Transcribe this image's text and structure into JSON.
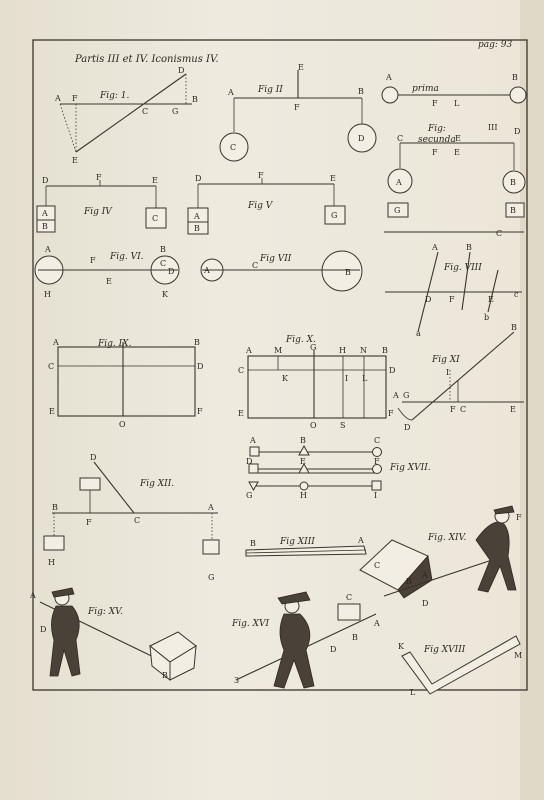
{
  "header": {
    "title": "Partis III et IV. Iconismus IV.",
    "page": "pag: 93"
  },
  "fig1": {
    "name": "Fig: 1.",
    "labels": [
      "A",
      "F",
      "D",
      "B",
      "C",
      "G",
      "E"
    ]
  },
  "fig2": {
    "name": "Fig II",
    "labels": [
      "E",
      "A",
      "B",
      "F",
      "C",
      "D"
    ]
  },
  "fig3": {
    "prima": "prima",
    "secunda_fig": "Fig:",
    "secunda": "secunda",
    "roman": "III",
    "labels_top": [
      "A",
      "B",
      "F",
      "L"
    ],
    "labels_mid": [
      "C",
      "E",
      "D",
      "F",
      "E"
    ],
    "labels_bot": [
      "A",
      "B",
      "G",
      "B"
    ]
  },
  "fig4": {
    "name": "Fig IV",
    "labels": [
      "D",
      "F",
      "E",
      "A",
      "B",
      "C"
    ]
  },
  "fig5": {
    "name": "Fig V",
    "labels": [
      "D",
      "F",
      "E",
      "A",
      "B",
      "G"
    ]
  },
  "fig6": {
    "name": "Fig. VI.",
    "labels": [
      "A",
      "B",
      "F",
      "C",
      "D",
      "E",
      "H",
      "K"
    ]
  },
  "fig7": {
    "name": "Fig VII",
    "labels": [
      "A",
      "C",
      "B"
    ]
  },
  "fig8": {
    "name": "Fig. VIII",
    "labels": [
      "A",
      "B",
      "C",
      "D",
      "F",
      "E",
      "a",
      "b",
      "c"
    ]
  },
  "fig9": {
    "name": "Fig. IX.",
    "labels": [
      "A",
      "B",
      "C",
      "D",
      "E",
      "F",
      "O"
    ]
  },
  "fig10": {
    "name": "Fig. X.",
    "labels": [
      "A",
      "M",
      "G",
      "H",
      "N",
      "B",
      "C",
      "D",
      "K",
      "I",
      "L",
      "E",
      "O",
      "S",
      "F"
    ]
  },
  "fig11": {
    "name": "Fig XI",
    "labels": [
      "B",
      "D",
      "A",
      "G",
      "I",
      "F",
      "C",
      "E"
    ]
  },
  "fig12": {
    "name": "Fig XII.",
    "labels": [
      "D",
      "B",
      "A",
      "C",
      "F",
      "H",
      "G"
    ]
  },
  "fig13": {
    "name": "Fig XIII",
    "labels": [
      "B",
      "A"
    ]
  },
  "fig14": {
    "name": "Fig. XIV.",
    "labels": [
      "C",
      "A",
      "B",
      "D",
      "F"
    ]
  },
  "fig15": {
    "name": "Fig: XV.",
    "labels": [
      "A",
      "D",
      "B"
    ]
  },
  "fig16": {
    "name": "Fig. XVI",
    "labels": [
      "C",
      "A",
      "B",
      "D"
    ]
  },
  "fig17": {
    "name": "Fig XVII.",
    "labels": [
      "A",
      "B",
      "C",
      "D",
      "E",
      "F",
      "G",
      "H",
      "I"
    ]
  },
  "fig18": {
    "name": "Fig XVIII",
    "labels": [
      "K",
      "M",
      "L"
    ]
  },
  "footer": {
    "mark": "3"
  }
}
